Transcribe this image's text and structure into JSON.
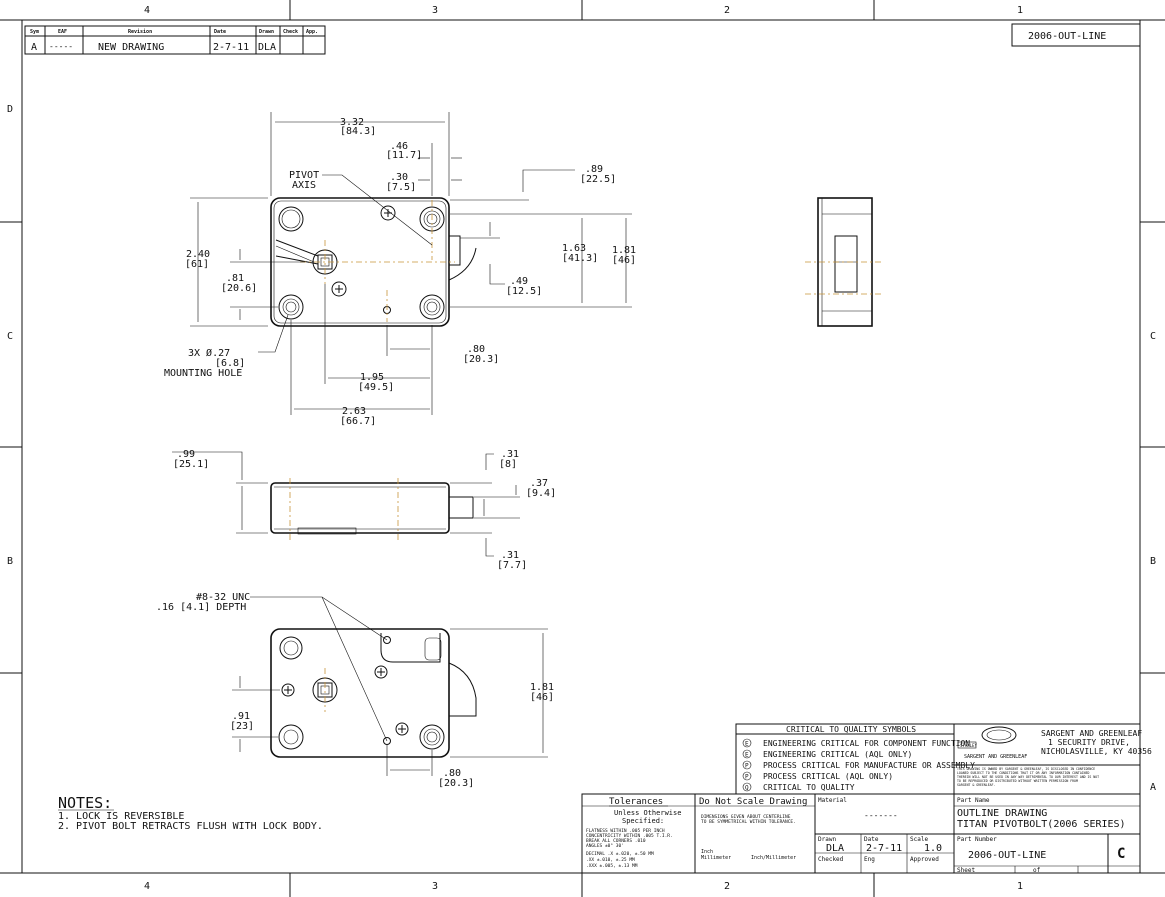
{
  "zones": {
    "top": [
      "4",
      "3",
      "2",
      "1"
    ],
    "bottom": [
      "4",
      "3",
      "2",
      "1"
    ],
    "left": [
      "D",
      "C",
      "B"
    ],
    "right": [
      "C",
      "B",
      "A"
    ]
  },
  "revision_block": {
    "headers": [
      "Sym",
      "EAF",
      "Revision",
      "Date",
      "Drawn",
      "Check",
      "App."
    ],
    "row": {
      "sym": "A",
      "eaf": "-----",
      "revision": "NEW DRAWING",
      "date": "2-7-11",
      "drawn": "DLA",
      "check": "",
      "app": ""
    }
  },
  "drawing_number_top": "2006-OUT-LINE",
  "top_view": {
    "overall_width": "3.32",
    "overall_width_mm": "[84.3]",
    "offset_46": ".46",
    "offset_46_mm": "[11.7]",
    "offset_30": ".30",
    "offset_30_mm": "[7.5]",
    "offset_89": ".89",
    "offset_89_mm": "[22.5]",
    "pivot_label_1": "PIVOT",
    "pivot_label_2": "AXIS",
    "height": "2.40",
    "height_mm": "[61]",
    "dim_81": ".81",
    "dim_81_mm": "[20.6]",
    "dim_163": "1.63",
    "dim_163_mm": "[41.3]",
    "dim_181": "1.81",
    "dim_181_mm": "[46]",
    "dim_49": ".49",
    "dim_49_mm": "[12.5]",
    "hole_1": "3X Ø.27",
    "hole_2": "[6.8]",
    "hole_3": "MOUNTING HOLE",
    "dim_80": ".80",
    "dim_80_mm": "[20.3]",
    "dim_195": "1.95",
    "dim_195_mm": "[49.5]",
    "dim_263": "2.63",
    "dim_263_mm": "[66.7]"
  },
  "side_view": {
    "dim_99": ".99",
    "dim_99_mm": "[25.1]",
    "dim_31a": ".31",
    "dim_31a_mm": "[8]",
    "dim_37": ".37",
    "dim_37_mm": "[9.4]",
    "dim_31b": ".31",
    "dim_31b_mm": "[7.7]"
  },
  "bottom_view": {
    "thread_1": "#8-32 UNC",
    "thread_2": ".16 [4.1] DEPTH",
    "dim_181": "1.81",
    "dim_181_mm": "[46]",
    "dim_91": ".91",
    "dim_91_mm": "[23]",
    "dim_80": ".80",
    "dim_80_mm": "[20.3]"
  },
  "notes": {
    "title": "NOTES:",
    "items": [
      "1. LOCK IS REVERSIBLE",
      "2. PIVOT BOLT RETRACTS FLUSH WITH LOCK BODY."
    ]
  },
  "critical_symbols": {
    "title": "CRITICAL TO QUALITY SYMBOLS",
    "items": [
      {
        "symbol": "E",
        "text": "ENGINEERING CRITICAL FOR COMPONENT FUNCTION"
      },
      {
        "symbol": "E",
        "text": "ENGINEERING CRITICAL (AQL ONLY)"
      },
      {
        "symbol": "P",
        "text": "PROCESS CRITICAL FOR MANUFACTURE OR ASSEMBLY"
      },
      {
        "symbol": "P",
        "text": "PROCESS CRITICAL (AQL ONLY)"
      },
      {
        "symbol": "Q",
        "text": "CRITICAL TO QUALITY"
      }
    ]
  },
  "company": {
    "brand_1": "STANLEY",
    "brand_2": "SARGENT AND GREENLEAF",
    "name": "SARGENT AND GREENLEAF",
    "address_1": "1 SECURITY DRIVE,",
    "address_2": "NICHOLASVILLE, KY 40356",
    "disclaimer": [
      "THIS DRAWING IS OWNED BY SARGENT & GREENLEAF, IS DISCLOSED IN CONFIDENCE",
      "LOANED SUBJECT TO THE CONDITIONS THAT IT OR ANY INFORMATION CONTAINED",
      "THEREIN WILL NOT BE USED IN ANY WAY DETRIMENTAL TO OUR INTEREST AND IS NOT",
      "TO BE REPRODUCED OR DISTRIBUTED WITHOUT WRITTEN PERMISSION FROM",
      "SARGENT & GREENLEAF."
    ]
  },
  "tolerances": {
    "title": "Tolerances",
    "sub_1": "Unless Otherwise",
    "sub_2": "Specified:",
    "lines": [
      "FLATNESS WITHIN .005 PER INCH",
      "CONCENTRICITY WITHIN .005 T.I.R.",
      "BREAK ALL CORNERS .010",
      "ANGLES ±0° 30'",
      "DECIMAL  .X  ±.020,  ±.50 MM",
      "         .XX ±.010,  ±.25 MM",
      "        .XXX ±.005,  ±.13 MM"
    ]
  },
  "do_not_scale": {
    "title": "Do Not Scale Drawing",
    "lines": [
      "DIMENSIONS GIVEN ABOUT CENTERLINE",
      "TO BE SYMMETRICAL WITHIN TOLERANCE."
    ],
    "unit_1": "Inch",
    "unit_2": "Millimeter",
    "unit_3": "Inch/Millimeter"
  },
  "title_block": {
    "material_label": "Material",
    "material_value": "-------",
    "part_name_label": "Part Name",
    "part_name_1": "OUTLINE DRAWING",
    "part_name_2": "TITAN PIVOTBOLT(2006 SERIES)",
    "drawn_label": "Drawn",
    "drawn_value": "DLA",
    "date_label": "Date",
    "date_value": "2-7-11",
    "scale_label": "Scale",
    "scale_value": "1.0",
    "checked_label": "Checked",
    "eng_label": "Eng",
    "approved_label": "Approved",
    "part_number_label": "Part Number",
    "part_number_value": "2006-OUT-LINE",
    "sheet_label": "Sheet",
    "of_label": "of",
    "rev_value": "C"
  }
}
